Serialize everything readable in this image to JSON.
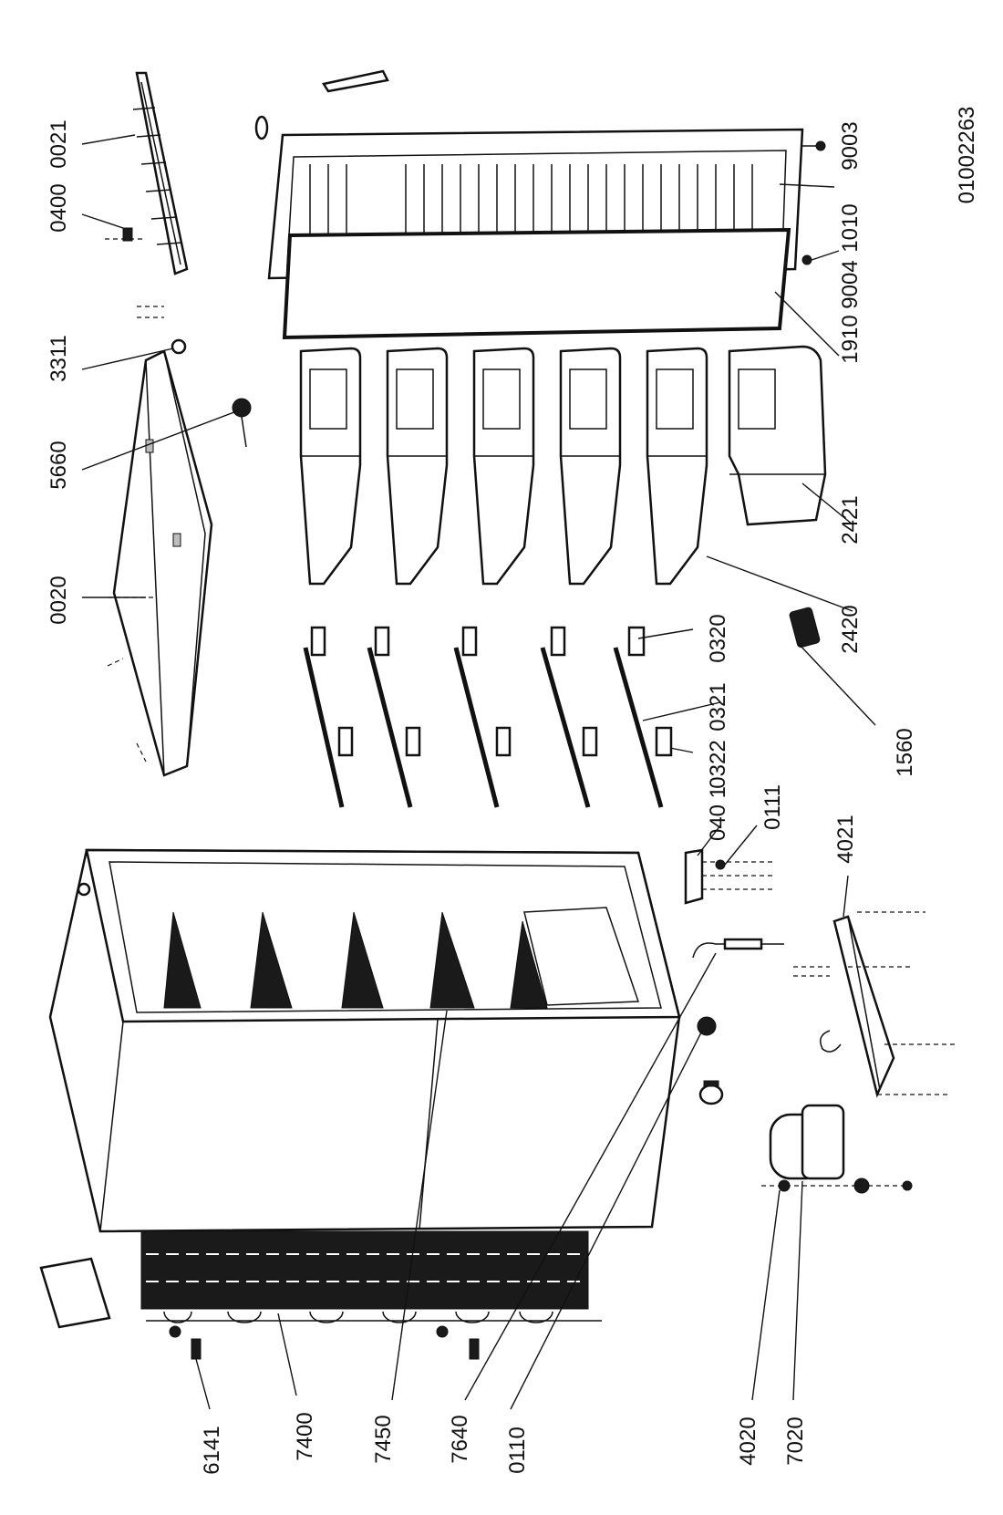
{
  "diagram": {
    "document_code": "01002263",
    "labels": [
      {
        "id": "0021",
        "text": "0021"
      },
      {
        "id": "0400",
        "text": "0400"
      },
      {
        "id": "3311",
        "text": "3311"
      },
      {
        "id": "5660",
        "text": "5660"
      },
      {
        "id": "0020",
        "text": "0020"
      },
      {
        "id": "9003",
        "text": "9003"
      },
      {
        "id": "1010",
        "text": "1010"
      },
      {
        "id": "9004",
        "text": "9004"
      },
      {
        "id": "1910",
        "text": "1910"
      },
      {
        "id": "2421",
        "text": "2421"
      },
      {
        "id": "2420",
        "text": "2420"
      },
      {
        "id": "0320",
        "text": "0320"
      },
      {
        "id": "0321",
        "text": "0321"
      },
      {
        "id": "0322",
        "text": "0322"
      },
      {
        "id": "0401",
        "text": "040 1"
      },
      {
        "id": "0111",
        "text": "0111"
      },
      {
        "id": "4021",
        "text": "4021"
      },
      {
        "id": "1560",
        "text": "1560"
      },
      {
        "id": "6141",
        "text": "6141"
      },
      {
        "id": "7400",
        "text": "7400"
      },
      {
        "id": "7450",
        "text": "7450"
      },
      {
        "id": "7640",
        "text": "7640"
      },
      {
        "id": "0110",
        "text": "0110"
      },
      {
        "id": "4020",
        "text": "4020"
      },
      {
        "id": "7020",
        "text": "7020"
      }
    ]
  }
}
